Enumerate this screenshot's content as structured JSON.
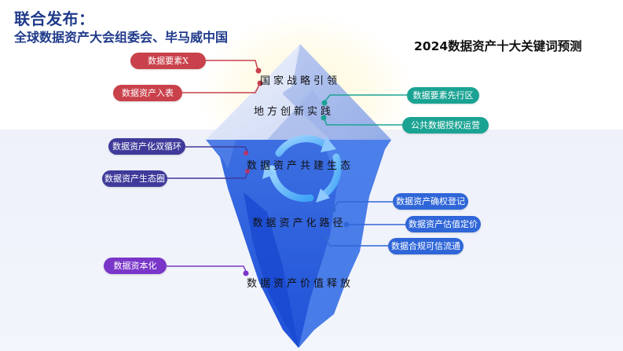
{
  "header": {
    "title_line1": "联合发布：",
    "title_line2": "全球数据资产大会组委会、毕马威中国",
    "right_title": "2024数据资产十大关键词预测"
  },
  "iceberg": {
    "layers": [
      {
        "label": "国家战略引领"
      },
      {
        "label": "地方创新实践"
      },
      {
        "label": "数据资产共建生态"
      },
      {
        "label": "数据资产化路径"
      },
      {
        "label": "数据资产价值释放"
      }
    ],
    "cycle_icon": "recycle-arrows-icon"
  },
  "keywords": {
    "red": [
      "数据要素X",
      "数据资产入表"
    ],
    "teal": [
      "数据要素先行区",
      "公共数据授权运营"
    ],
    "indigo": [
      "数据资产化双循环",
      "数据资产生态圈"
    ],
    "blue": [
      "数据资产确权登记",
      "数据资产估值定价",
      "数据合规可信流通"
    ],
    "purple": [
      "数据资本化"
    ]
  },
  "colors": {
    "title": "#1f3a8a",
    "red": "#c9414b",
    "teal": "#1aa393",
    "indigo": "#3f3a9a",
    "blue": "#2f66d8",
    "purple": "#7a36c8",
    "iceberg_top": "#b9c8ee",
    "iceberg_body": "#2f62e0"
  }
}
